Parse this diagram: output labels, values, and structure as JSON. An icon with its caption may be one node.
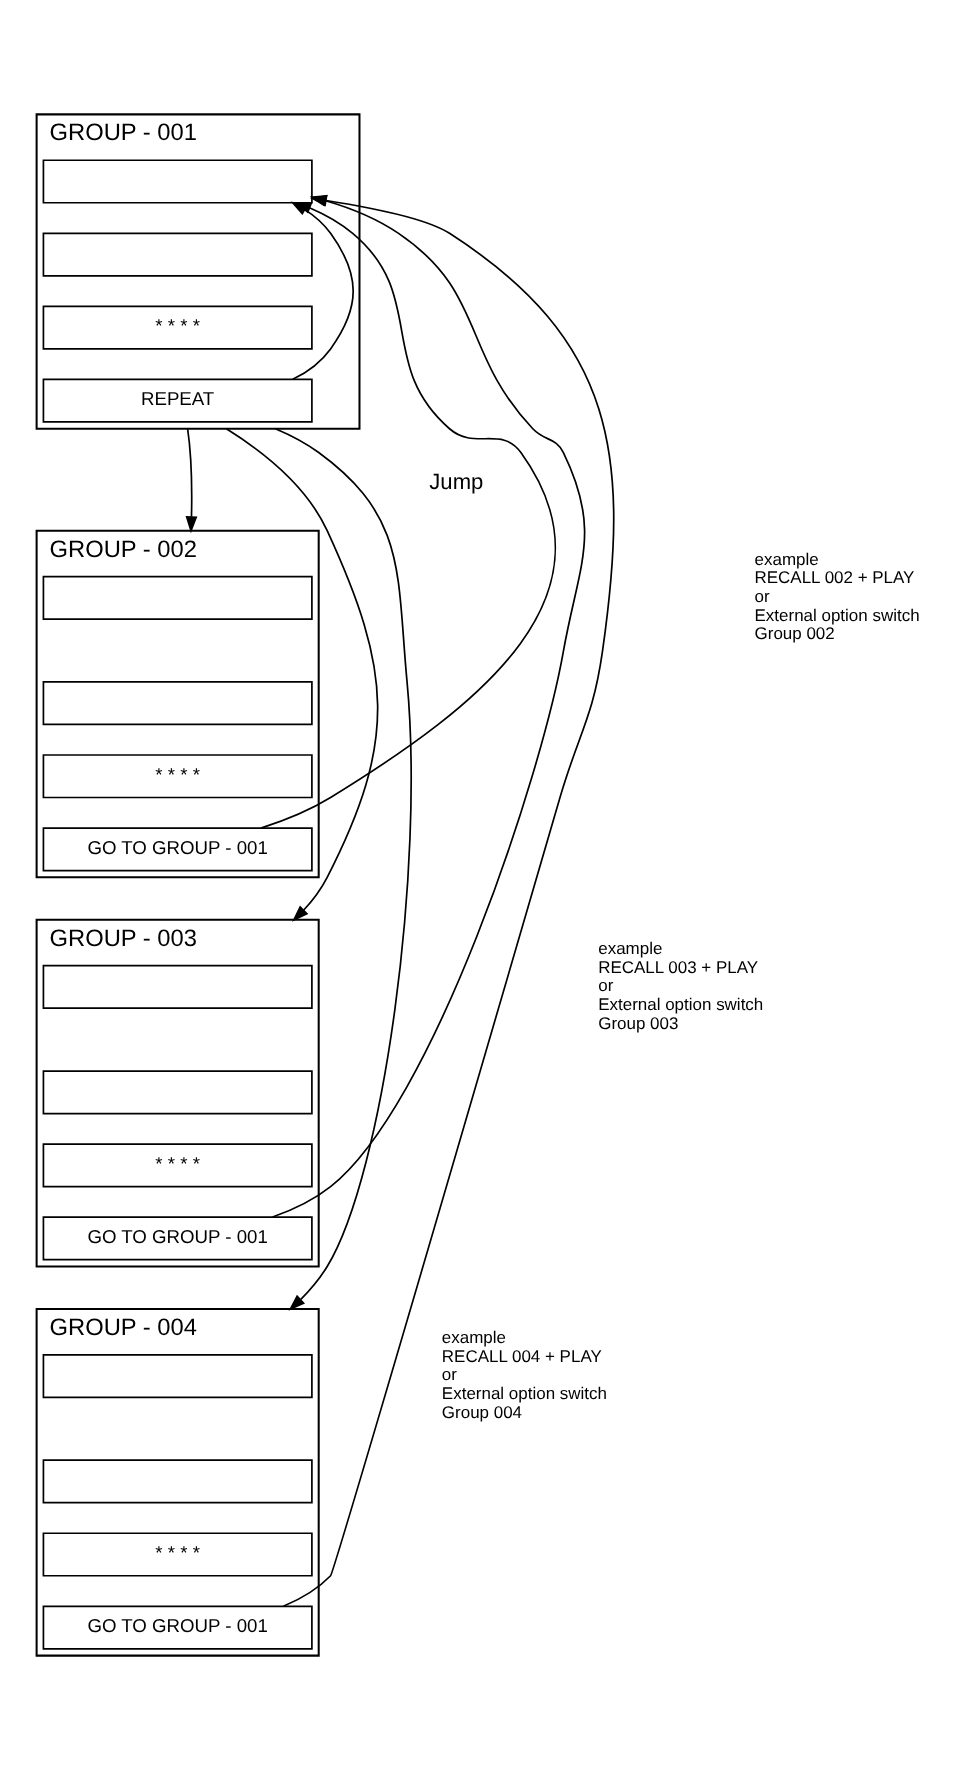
{
  "diagram": {
    "nodes": [
      {
        "text": [
          "GROUP - 001"
        ]
      },
      {
        "text": [],
        "shape": "box",
        "in": 0
      },
      {
        "text": [],
        "shape": "box",
        "in": 0
      },
      {
        "text": [
          "* * * *"
        ],
        "in": 0
      },
      {
        "text": [
          "REPEAT"
        ],
        "in": 0
      },
      {
        "text": [
          "GROUP - 002"
        ],
        "beside": [
          "example",
          "RECALL 002 + PLAY",
          "or",
          "External option switch",
          "Group 002"
        ]
      },
      {
        "text": [],
        "shape": "box",
        "in": 5
      },
      {
        "text": [],
        "shape": "box",
        "in": 5
      },
      {
        "text": [
          "* * * *"
        ],
        "in": 5
      },
      {
        "text": [
          "GO TO GROUP - 001"
        ],
        "in": 5
      },
      {
        "text": [
          "GROUP - 003"
        ],
        "beside": [
          "example",
          "RECALL 003 + PLAY",
          "or",
          "External option switch",
          "Group 003"
        ]
      },
      {
        "text": [],
        "shape": "box",
        "in": 10
      },
      {
        "text": [],
        "shape": "box",
        "in": 10
      },
      {
        "text": [
          "* * * *"
        ],
        "in": 10
      },
      {
        "text": [
          "GO TO GROUP - 001"
        ],
        "in": 10
      },
      {
        "text": [
          "GROUP - 004"
        ],
        "beside": [
          "example",
          "RECALL 004 + PLAY",
          "or",
          "External option switch",
          "Group 004"
        ]
      },
      {
        "text": [],
        "shape": "box",
        "in": 15
      },
      {
        "text": [],
        "shape": "box",
        "in": 15
      },
      {
        "text": [
          "* * * *"
        ],
        "in": 15
      },
      {
        "text": [
          "GO TO GROUP - 001"
        ],
        "in": 15
      }
    ],
    "edges": [
      {
        "from": 4,
        "to": 1,
        "arrow": "to"
      },
      {
        "from": 9,
        "to": 1,
        "arrow": "to"
      },
      {
        "from": 14,
        "to": 1,
        "arrow": "to"
      },
      {
        "from": 19,
        "to": 1,
        "arrow": "to"
      },
      {
        "from": 0,
        "to": 5,
        "arrow": "to"
      },
      {
        "from": 0,
        "to": 10,
        "arrow": "to"
      },
      {
        "from": 0,
        "to": 15,
        "arrow": "to"
      }
    ],
    "labels": [
      "Jump"
    ]
  }
}
